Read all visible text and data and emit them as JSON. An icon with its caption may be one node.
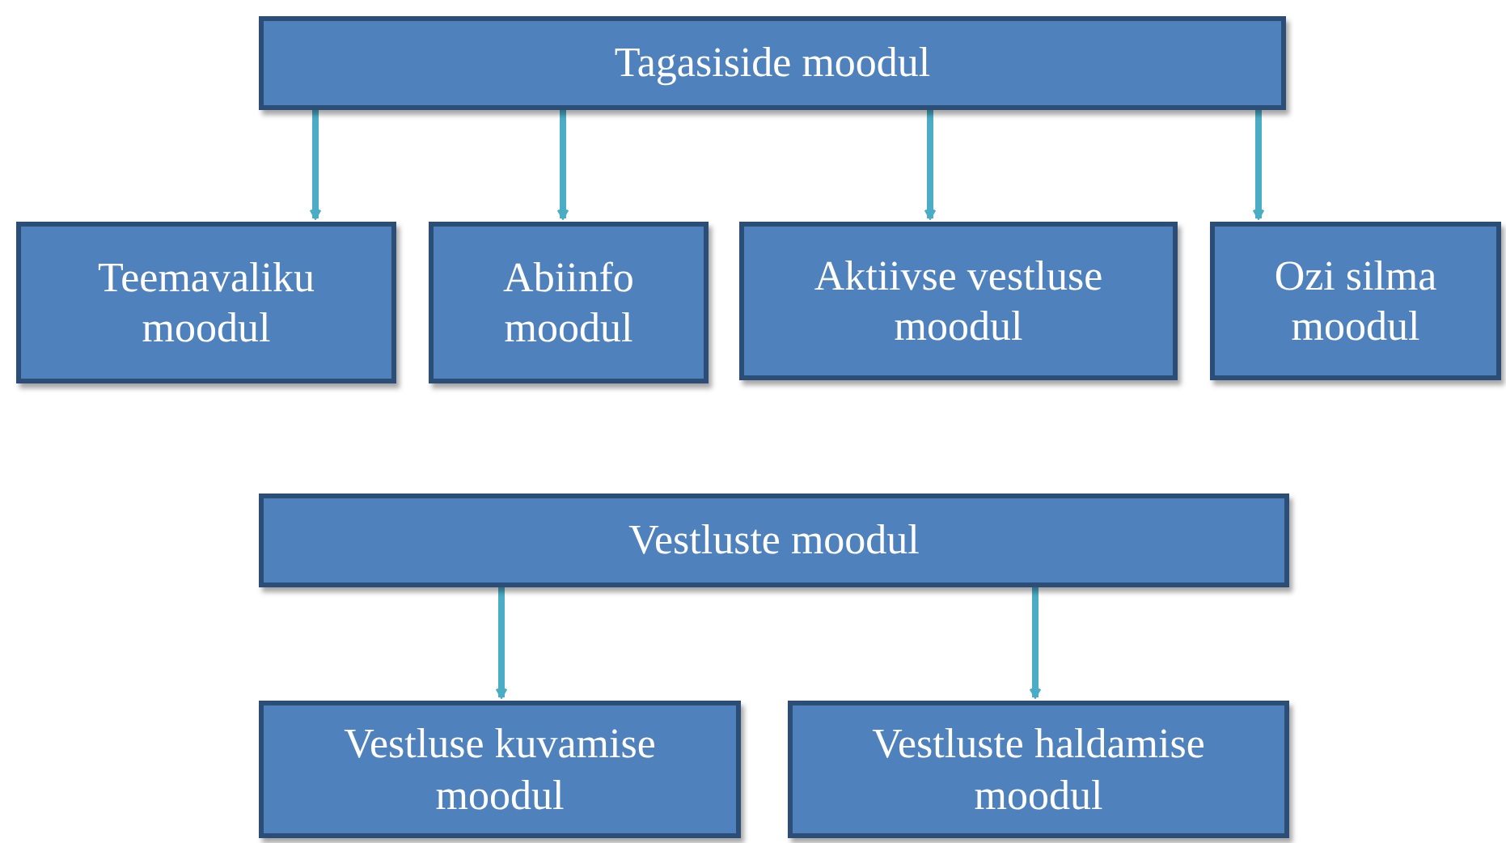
{
  "diagram": {
    "nodes": [
      {
        "text": [
          "Tagasiside moodul"
        ]
      },
      {
        "text": [
          "Teemavaliku moodul"
        ]
      },
      {
        "text": [
          "Abiinfo moodul"
        ]
      },
      {
        "text": [
          "Aktiivse vestluse moodul"
        ]
      },
      {
        "text": [
          "Ozi silma moodul"
        ]
      },
      {
        "text": [
          "Vestluste moodul"
        ]
      },
      {
        "text": [
          "Vestluse kuvamise moodul"
        ]
      },
      {
        "text": [
          "Vestluste haldamise moodul"
        ]
      }
    ],
    "edges": [
      {
        "from": 0,
        "to": 1,
        "arrow": "to"
      },
      {
        "from": 0,
        "to": 2,
        "arrow": "to"
      },
      {
        "from": 0,
        "to": 3,
        "arrow": "to"
      },
      {
        "from": 0,
        "to": 4,
        "arrow": "to"
      },
      {
        "from": 5,
        "to": 6,
        "arrow": "to"
      },
      {
        "from": 5,
        "to": 7,
        "arrow": "to"
      }
    ]
  }
}
